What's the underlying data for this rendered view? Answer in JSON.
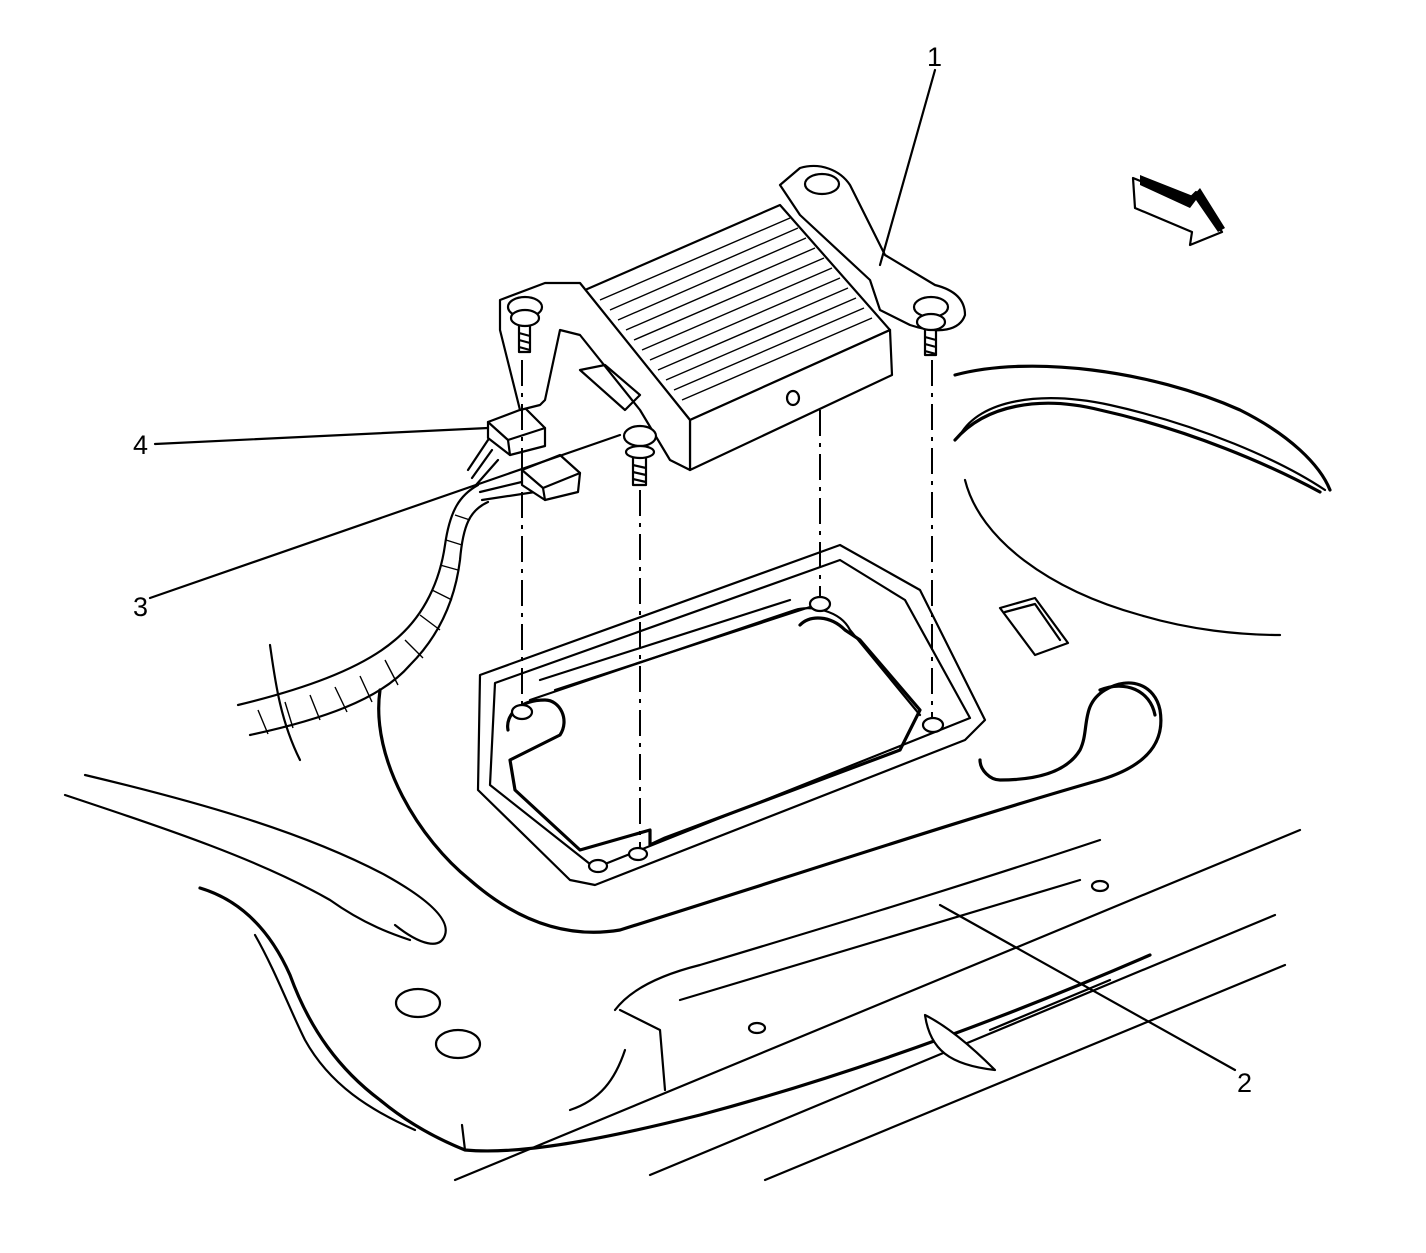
{
  "callouts": {
    "c1": "1",
    "c2": "2",
    "c3": "3",
    "c4": "4"
  },
  "colors": {
    "line": "#000000",
    "background": "#ffffff"
  },
  "icons": [
    "view-direction-arrow-icon"
  ]
}
